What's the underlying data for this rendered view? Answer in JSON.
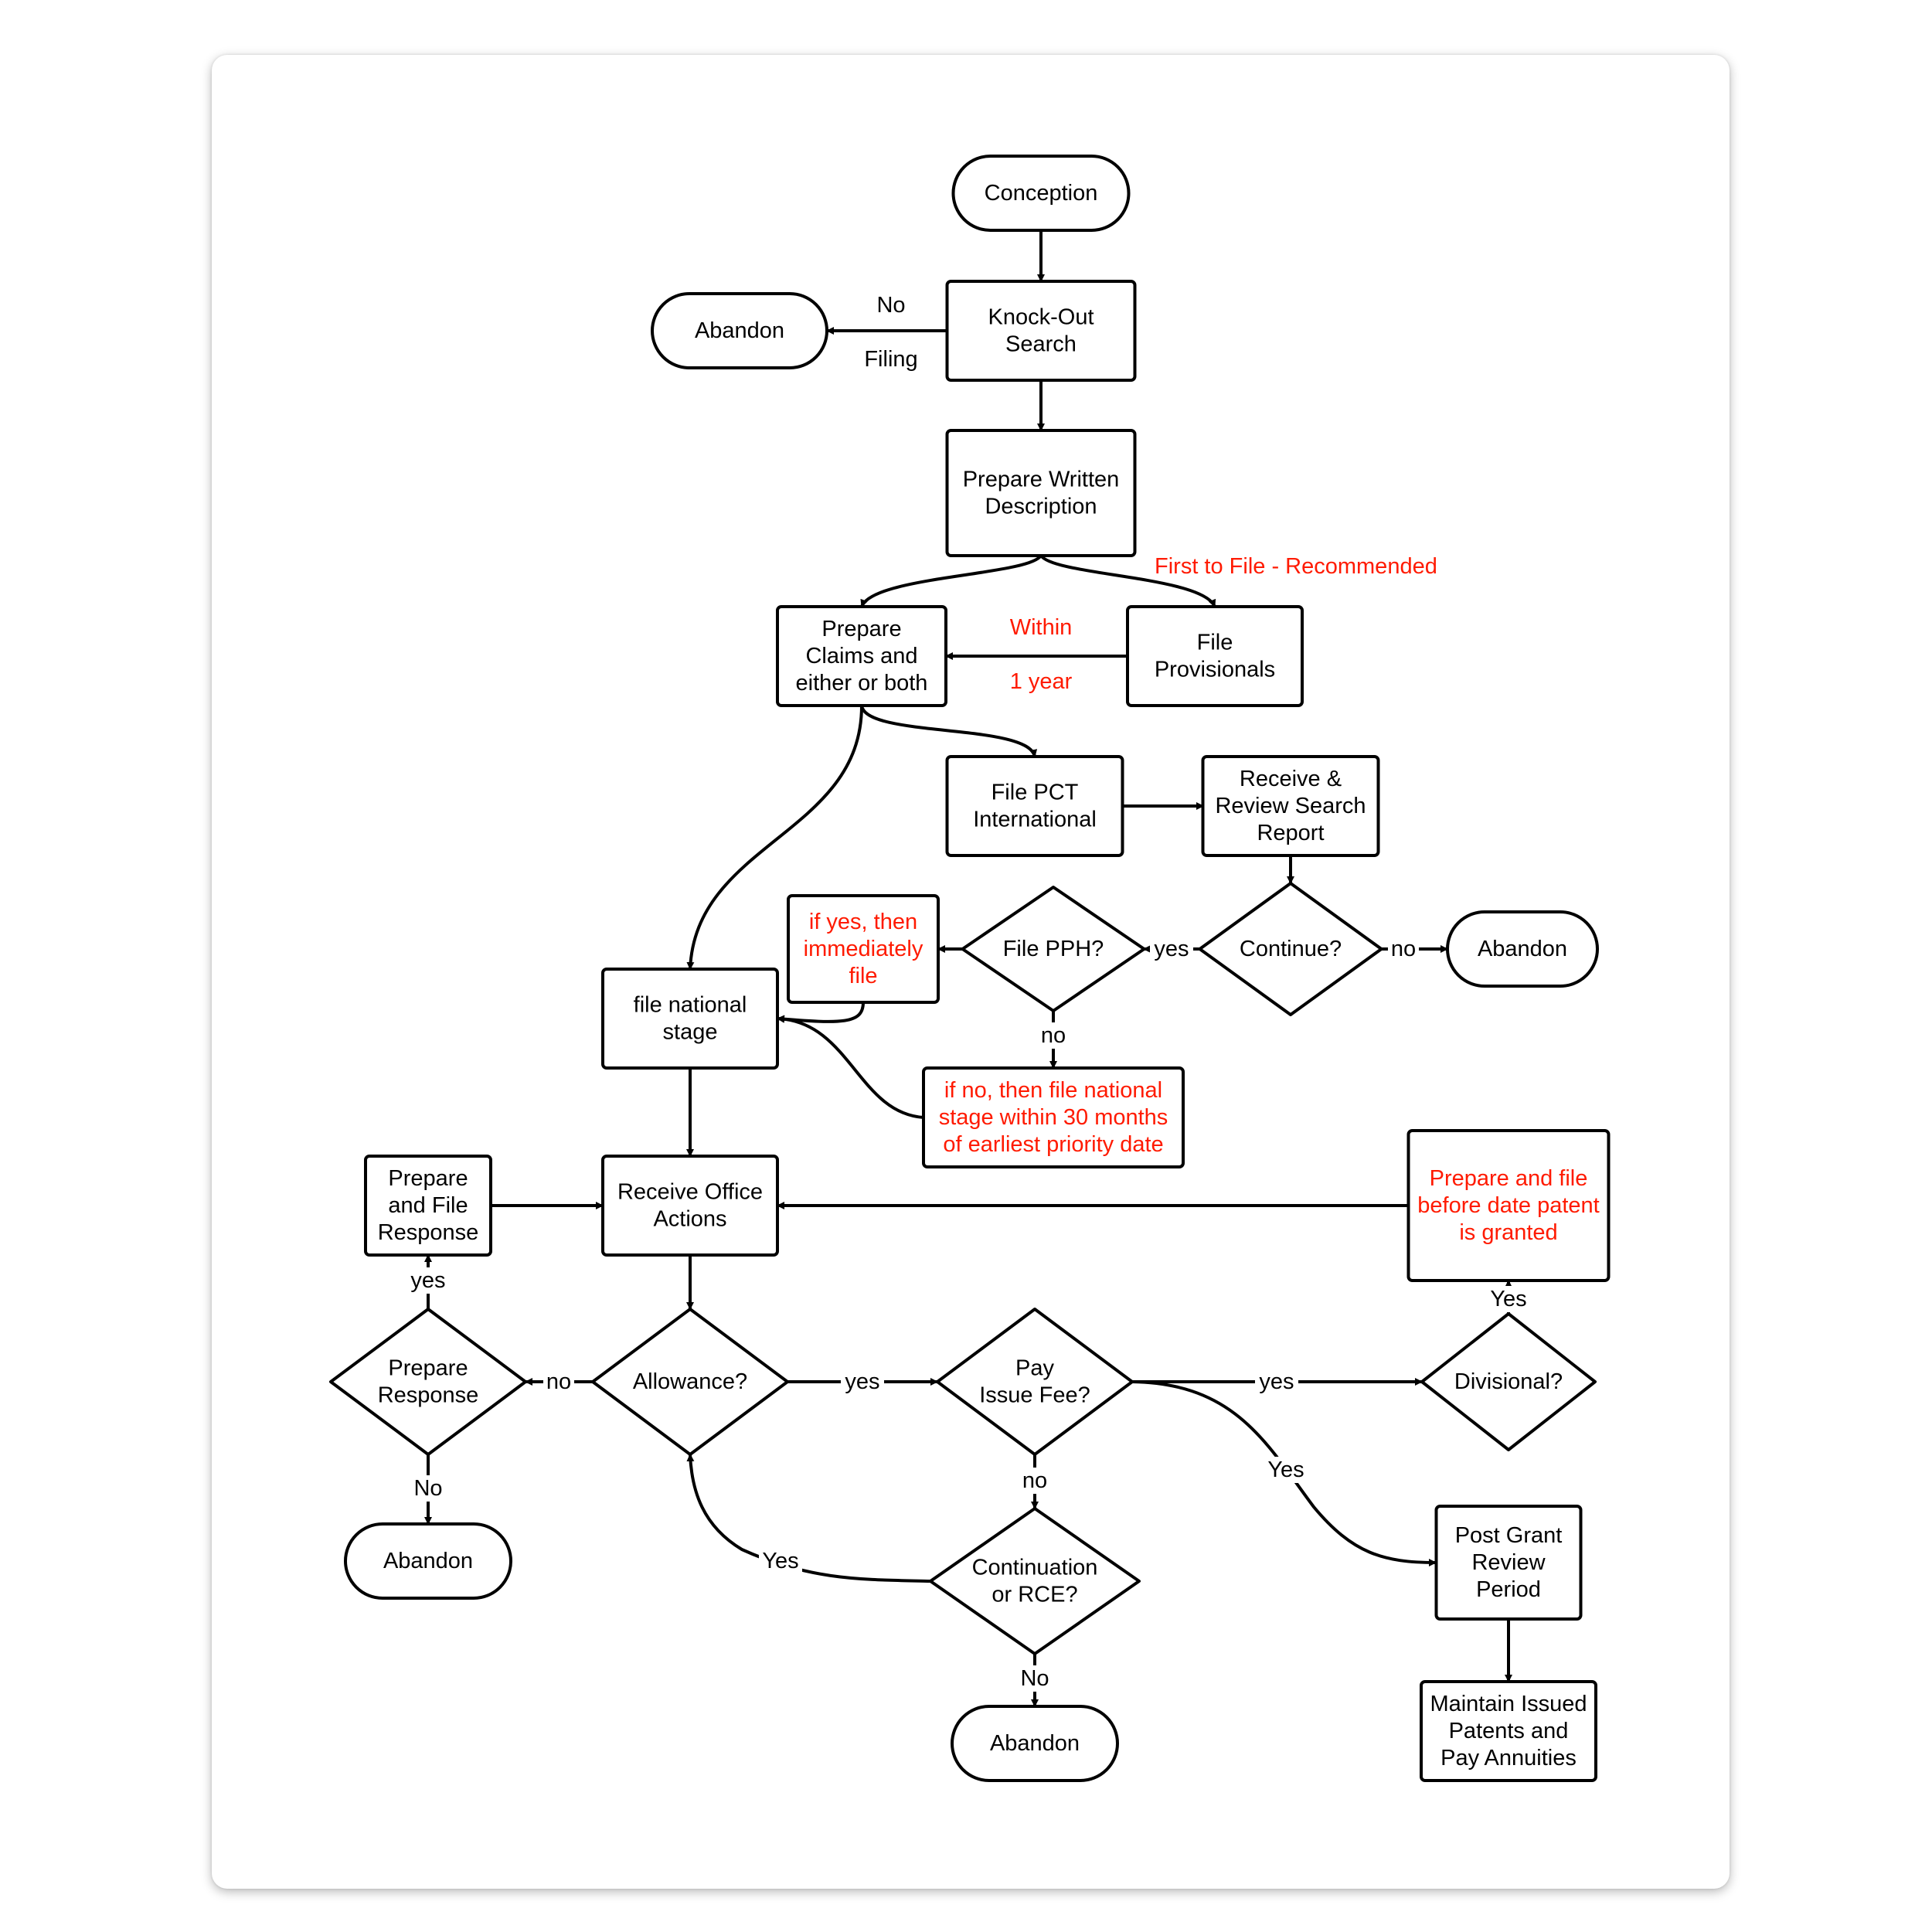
{
  "colors": {
    "line": "#000000",
    "note_text": "#ff1a00",
    "background": "#ffffff"
  },
  "nodes": {
    "conception": {
      "shape": "terminal",
      "lines": [
        "Conception"
      ]
    },
    "abandon_1": {
      "shape": "terminal",
      "lines": [
        "Abandon"
      ]
    },
    "knockout": {
      "shape": "process",
      "lines": [
        "Knock-Out",
        "Search"
      ]
    },
    "prepare_written": {
      "shape": "process",
      "lines": [
        "Prepare Written",
        "Description"
      ]
    },
    "prepare_claims": {
      "shape": "process",
      "lines": [
        "Prepare",
        "Claims and",
        "either or both"
      ]
    },
    "file_provisionals": {
      "shape": "process",
      "lines": [
        "File",
        "Provisionals"
      ]
    },
    "file_pct": {
      "shape": "process",
      "lines": [
        "File PCT",
        "International"
      ]
    },
    "receive_review": {
      "shape": "process",
      "lines": [
        "Receive &",
        "Review Search",
        "Report"
      ]
    },
    "continue": {
      "shape": "decision",
      "lines": [
        "Continue?"
      ]
    },
    "abandon_2": {
      "shape": "terminal",
      "lines": [
        "Abandon"
      ]
    },
    "file_pph": {
      "shape": "decision",
      "lines": [
        "File PPH?"
      ]
    },
    "if_yes": {
      "shape": "note",
      "lines": [
        "if yes, then",
        "immediately",
        "file"
      ]
    },
    "if_no": {
      "shape": "note",
      "lines": [
        "if no, then file national",
        "stage within 30 months",
        "of earliest priority date"
      ]
    },
    "file_national": {
      "shape": "process",
      "lines": [
        "file national",
        "stage"
      ]
    },
    "receive_office": {
      "shape": "process",
      "lines": [
        "Receive Office",
        "Actions"
      ]
    },
    "prepare_file_response": {
      "shape": "process",
      "lines": [
        "Prepare",
        "and File",
        "Response"
      ]
    },
    "prepare_divisional": {
      "shape": "note",
      "lines": [
        "Prepare and file",
        "before date patent",
        "is granted"
      ]
    },
    "prepare_response": {
      "shape": "decision",
      "lines": [
        "Prepare",
        "Response"
      ]
    },
    "allowance": {
      "shape": "decision",
      "lines": [
        "Allowance?"
      ]
    },
    "pay_issue_fee": {
      "shape": "decision",
      "lines": [
        "Pay",
        "Issue Fee?"
      ]
    },
    "divisional": {
      "shape": "decision",
      "lines": [
        "Divisional?"
      ]
    },
    "abandon_3": {
      "shape": "terminal",
      "lines": [
        "Abandon"
      ]
    },
    "continuation": {
      "shape": "decision",
      "lines": [
        "Continuation",
        "or RCE?"
      ]
    },
    "abandon_4": {
      "shape": "terminal",
      "lines": [
        "Abandon"
      ]
    },
    "post_grant": {
      "shape": "process",
      "lines": [
        "Post Grant",
        "Review",
        "Period"
      ]
    },
    "maintain": {
      "shape": "process",
      "lines": [
        "Maintain Issued",
        "Patents and",
        "Pay Annuities"
      ]
    }
  },
  "edges": [
    {
      "id": "e1",
      "from": "conception",
      "to": "knockout"
    },
    {
      "id": "e2",
      "from": "knockout",
      "to": "abandon_1",
      "labels": [
        "No",
        "Filing"
      ]
    },
    {
      "id": "e3",
      "from": "knockout",
      "to": "prepare_written"
    },
    {
      "id": "e4",
      "from": "prepare_written",
      "to": "prepare_claims"
    },
    {
      "id": "e5",
      "from": "prepare_written",
      "to": "file_provisionals",
      "labels": [
        "First to File - Recommended"
      ],
      "label_color": "red"
    },
    {
      "id": "e6",
      "from": "file_provisionals",
      "to": "prepare_claims",
      "labels": [
        "Within",
        "1 year"
      ],
      "label_color": "red"
    },
    {
      "id": "e7",
      "from": "prepare_claims",
      "to": "file_pct"
    },
    {
      "id": "e8",
      "from": "prepare_claims",
      "to": "file_national"
    },
    {
      "id": "e9",
      "from": "file_pct",
      "to": "receive_review"
    },
    {
      "id": "e10",
      "from": "receive_review",
      "to": "continue"
    },
    {
      "id": "e11",
      "from": "continue",
      "to": "abandon_2",
      "labels": [
        "no"
      ]
    },
    {
      "id": "e12",
      "from": "continue",
      "to": "file_pph",
      "labels": [
        "yes"
      ]
    },
    {
      "id": "e13",
      "from": "file_pph",
      "to": "if_yes"
    },
    {
      "id": "e14",
      "from": "file_pph",
      "to": "if_no",
      "labels": [
        "no"
      ]
    },
    {
      "id": "e15",
      "from": "if_yes",
      "to": "file_national"
    },
    {
      "id": "e16",
      "from": "if_no",
      "to": "file_national"
    },
    {
      "id": "e17",
      "from": "file_national",
      "to": "receive_office"
    },
    {
      "id": "e18",
      "from": "prepare_file_response",
      "to": "receive_office"
    },
    {
      "id": "e19",
      "from": "prepare_divisional",
      "to": "receive_office"
    },
    {
      "id": "e20",
      "from": "receive_office",
      "to": "allowance"
    },
    {
      "id": "e21",
      "from": "allowance",
      "to": "prepare_response",
      "labels": [
        "no"
      ]
    },
    {
      "id": "e22",
      "from": "allowance",
      "to": "pay_issue_fee",
      "labels": [
        "yes"
      ]
    },
    {
      "id": "e23",
      "from": "prepare_response",
      "to": "prepare_file_response",
      "labels": [
        "yes"
      ]
    },
    {
      "id": "e24",
      "from": "prepare_response",
      "to": "abandon_3",
      "labels": [
        "No"
      ]
    },
    {
      "id": "e25",
      "from": "pay_issue_fee",
      "to": "divisional",
      "labels": [
        "yes"
      ]
    },
    {
      "id": "e26",
      "from": "pay_issue_fee",
      "to": "post_grant",
      "labels": [
        "Yes"
      ]
    },
    {
      "id": "e27",
      "from": "pay_issue_fee",
      "to": "continuation",
      "labels": [
        "no"
      ]
    },
    {
      "id": "e28",
      "from": "divisional",
      "to": "prepare_divisional",
      "labels": [
        "Yes"
      ]
    },
    {
      "id": "e29",
      "from": "continuation",
      "to": "allowance",
      "labels": [
        "Yes"
      ]
    },
    {
      "id": "e30",
      "from": "continuation",
      "to": "abandon_4",
      "labels": [
        "No"
      ]
    },
    {
      "id": "e31",
      "from": "post_grant",
      "to": "maintain"
    }
  ]
}
